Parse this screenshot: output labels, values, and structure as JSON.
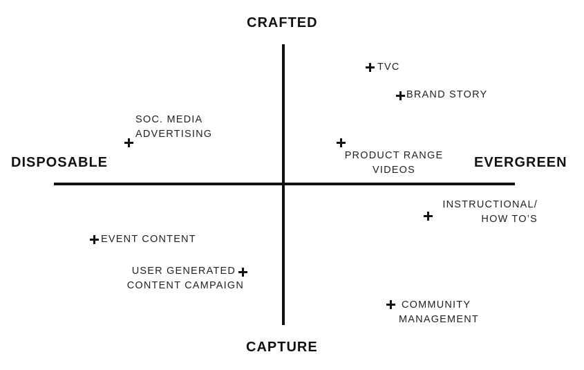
{
  "axes": {
    "top": "CRAFTED",
    "bottom": "CAPTURE",
    "left": "DISPOSABLE",
    "right": "EVERGREEN"
  },
  "items": {
    "tvc": [
      "TVC"
    ],
    "brand_story": [
      "BRAND STORY"
    ],
    "soc_media": [
      "SOC. MEDIA",
      "ADVERTISING"
    ],
    "product_range": [
      "PRODUCT RANGE",
      "VIDEOS"
    ],
    "instructional": [
      "INSTRUCTIONAL/",
      "HOW TO’S"
    ],
    "event_content": [
      "EVENT CONTENT"
    ],
    "ugc": [
      "USER GENERATED",
      "CONTENT CAMPAIGN"
    ],
    "community": [
      "COMMUNITY",
      "MANAGEMENT"
    ]
  },
  "icons": {
    "marker": "plus-icon"
  }
}
